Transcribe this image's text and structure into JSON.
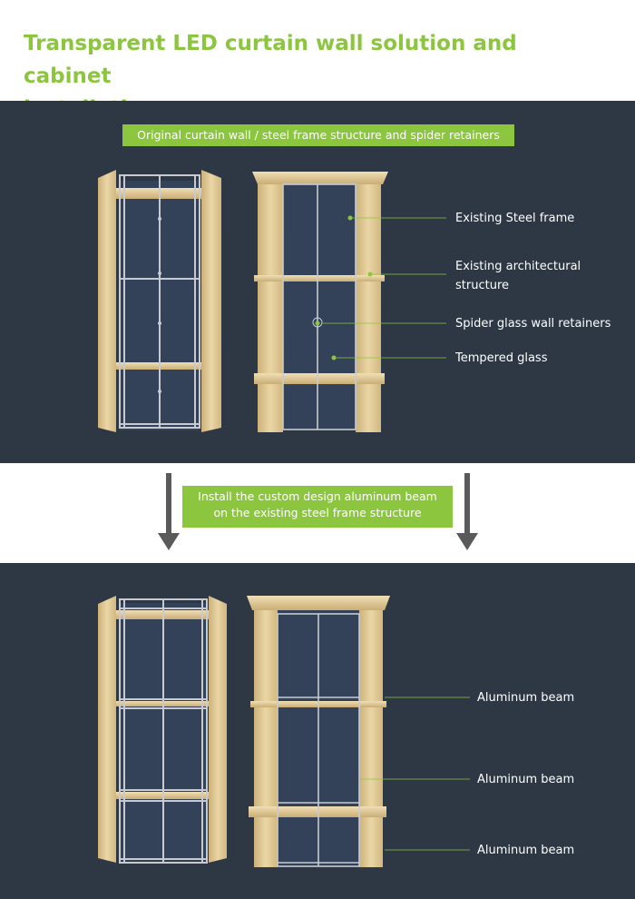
{
  "page": {
    "title_line1": "Transparent LED curtain wall solution and cabinet",
    "title_line2": "installation"
  },
  "top_panel": {
    "label": "Original curtain wall / steel frame structure and spider retainers",
    "callouts": [
      {
        "text": "Existing Steel frame"
      },
      {
        "text_line1": "Existing architectural",
        "text_line2": "structure"
      },
      {
        "text": "Spider glass wall retainers"
      },
      {
        "text": "Tempered glass"
      }
    ]
  },
  "middle": {
    "label_line1": "Install the custom design aluminum beam",
    "label_line2": "on the existing steel frame structure"
  },
  "bottom_panel": {
    "callouts": [
      {
        "text": "Aluminum beam"
      },
      {
        "text": "Aluminum beam"
      },
      {
        "text": "Aluminum beam"
      }
    ]
  },
  "colors": {
    "accent": "#8cc63f",
    "panel_bg": "#2d3844",
    "wood": "#e2c994",
    "steel": "#c7cbd1",
    "arrow": "#5a5a5a"
  }
}
